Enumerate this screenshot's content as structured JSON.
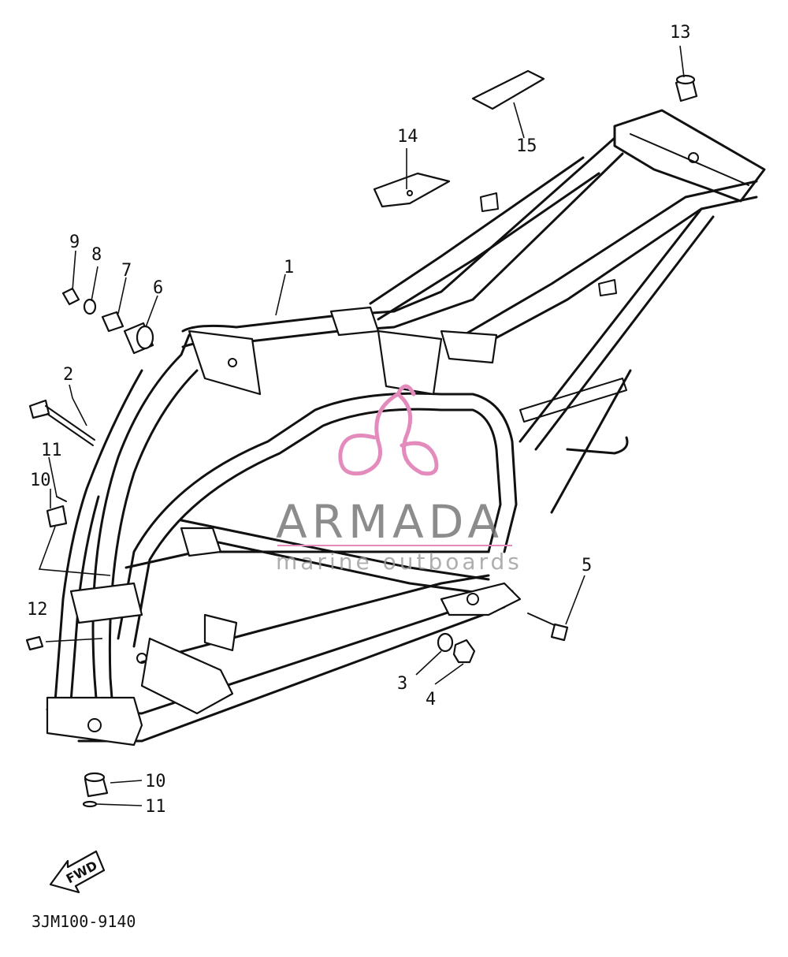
{
  "callouts": {
    "c1": "1",
    "c2": "2",
    "c3": "3",
    "c4": "4",
    "c5": "5",
    "c6": "6",
    "c7": "7",
    "c8": "8",
    "c9": "9",
    "c10a": "10",
    "c10b": "10",
    "c11a": "11",
    "c11b": "11",
    "c12": "12",
    "c13": "13",
    "c14": "14",
    "c15": "15"
  },
  "diagram_code": "3JM100-9140",
  "fwd_label": "FWD",
  "watermark": {
    "name": "ARMADA",
    "tagline": "marine outboards",
    "accent_color": "#e48bbd",
    "text_color": "#6f6f6f"
  }
}
